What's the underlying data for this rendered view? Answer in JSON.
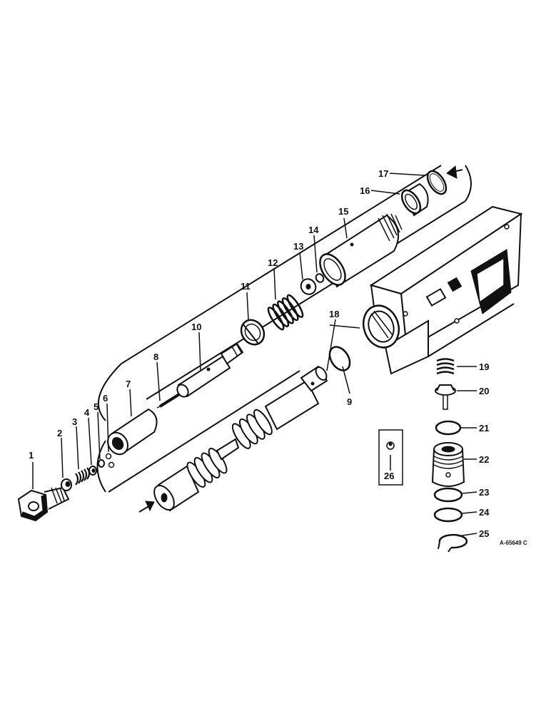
{
  "diagram": {
    "callouts": [
      "1",
      "2",
      "3",
      "4",
      "5",
      "6",
      "7",
      "8",
      "9",
      "10",
      "11",
      "12",
      "13",
      "14",
      "15",
      "16",
      "17",
      "18",
      "19",
      "20",
      "21",
      "22",
      "23",
      "24",
      "25",
      "26"
    ],
    "reference": "A-65649 C",
    "colors": {
      "ink": "#111111",
      "paper": "#ffffff"
    }
  }
}
